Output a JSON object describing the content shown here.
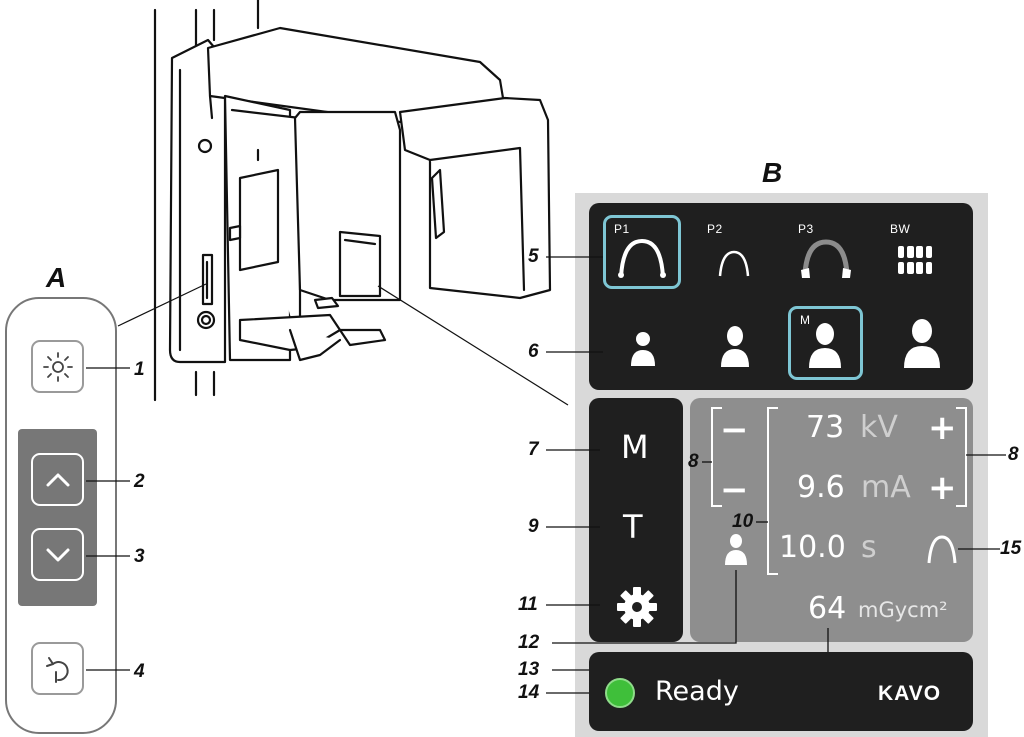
{
  "section_a": {
    "label": "A"
  },
  "section_b": {
    "label": "B"
  },
  "callouts": {
    "c1": "1",
    "c2": "2",
    "c3": "3",
    "c4": "4",
    "c5": "5",
    "c6": "6",
    "c7": "7",
    "c8_left": "8",
    "c8_right": "8",
    "c9": "9",
    "c10": "10",
    "c11": "11",
    "c12": "12",
    "c13": "13",
    "c14": "14",
    "c15": "15"
  },
  "programs": [
    {
      "label": "P1",
      "icon": "full-arch-icon",
      "selected": true
    },
    {
      "label": "P2",
      "icon": "small-arch-icon",
      "selected": false
    },
    {
      "label": "P3",
      "icon": "reduced-arch-icon",
      "selected": false
    },
    {
      "label": "BW",
      "icon": "bitewing-icon",
      "selected": false
    }
  ],
  "patient_sizes": [
    {
      "label": "",
      "icon": "patient-child-icon",
      "selected": false
    },
    {
      "label": "",
      "icon": "patient-small-icon",
      "selected": false
    },
    {
      "label": "M",
      "icon": "patient-medium-icon",
      "selected": true
    },
    {
      "label": "",
      "icon": "patient-large-icon",
      "selected": false
    }
  ],
  "side_menu": {
    "manual": "M",
    "test": "T",
    "settings_icon": "gear-icon"
  },
  "parameters": {
    "kv_value": "73",
    "kv_unit": "kV",
    "ma_value": "9.6",
    "ma_unit": "mA",
    "time_value": "10.0",
    "time_unit": "s",
    "dose_value": "64",
    "dose_unit": "mGycm²",
    "minus": "−",
    "plus": "+"
  },
  "status": {
    "text": "Ready",
    "indicator_color": "#3fbf3a",
    "brand": "KAVO"
  },
  "colors": {
    "selection": "#7ec6d4",
    "panel_dark": "#1f1f1f",
    "panel_gray": "#8e8e8e"
  }
}
